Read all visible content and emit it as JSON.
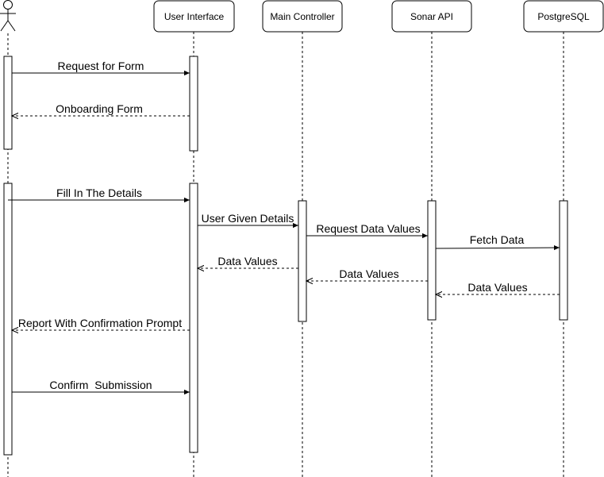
{
  "diagram": {
    "type": "sequence",
    "actor": {
      "name": "actor-user",
      "icon": "stick-figure-icon"
    },
    "participants": [
      {
        "id": "ui",
        "label": "User Interface"
      },
      {
        "id": "controller",
        "label": "Main Controller"
      },
      {
        "id": "sonar",
        "label": "Sonar API"
      },
      {
        "id": "db",
        "label": "PostgreSQL"
      }
    ],
    "messages": [
      {
        "label": "Request for Form",
        "from": "actor",
        "to": "ui",
        "kind": "sync"
      },
      {
        "label": "Onboarding Form",
        "from": "ui",
        "to": "actor",
        "kind": "return"
      },
      {
        "label": "Fill In The Details",
        "from": "actor",
        "to": "ui",
        "kind": "sync"
      },
      {
        "label": "User Given Details",
        "from": "ui",
        "to": "controller",
        "kind": "sync"
      },
      {
        "label": "Request Data Values",
        "from": "controller",
        "to": "sonar",
        "kind": "sync"
      },
      {
        "label": "Fetch Data",
        "from": "sonar",
        "to": "db",
        "kind": "sync"
      },
      {
        "label": "Data Values",
        "from": "controller",
        "to": "ui",
        "kind": "return"
      },
      {
        "label": "Data Values",
        "from": "sonar",
        "to": "controller",
        "kind": "return"
      },
      {
        "label": "Data Values",
        "from": "db",
        "to": "sonar",
        "kind": "return"
      },
      {
        "label": "Report With Confirmation Prompt",
        "from": "ui",
        "to": "actor",
        "kind": "return"
      },
      {
        "label": "Confirm  Submission",
        "from": "actor",
        "to": "ui",
        "kind": "sync"
      }
    ]
  },
  "colors": {
    "line": "#000000",
    "lifeline": "#000000",
    "box_fill": "#ffffff",
    "text": "#000000"
  }
}
